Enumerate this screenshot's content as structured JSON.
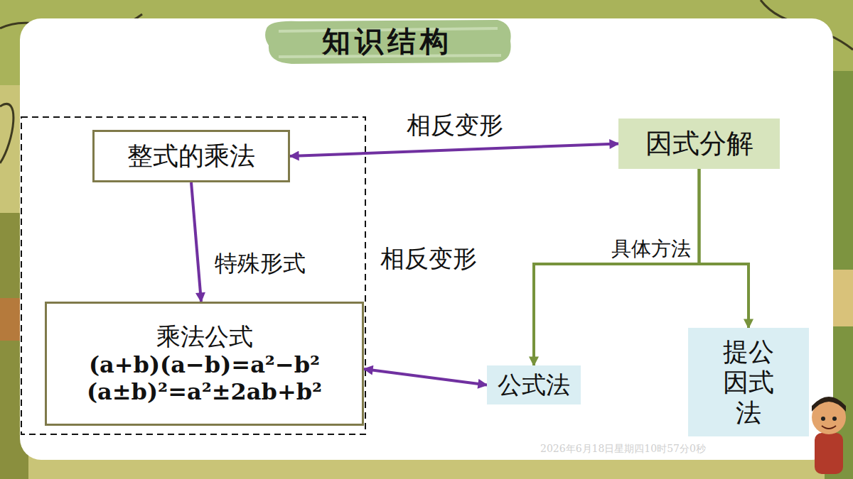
{
  "diagram": {
    "title": "知识结构",
    "nodes": [
      {
        "text": [
          "整式的乘法"
        ]
      },
      {
        "text": [
          "因式分解"
        ]
      },
      {
        "text": [
          "乘法公式",
          "(a+b)(a−b)=a²−b²",
          "(a±b)²=a²±2ab+b²"
        ]
      },
      {
        "text": [
          "公式法"
        ]
      },
      {
        "text": [
          "提公因式法"
        ]
      }
    ],
    "edges": [
      {
        "from": 0,
        "to": 1,
        "arrow": "both",
        "label": "相反变形"
      },
      {
        "from": 0,
        "to": 2,
        "arrow": "to",
        "label": "特殊形式"
      },
      {
        "from": 2,
        "to": 3,
        "arrow": "both",
        "label": "相反变形"
      },
      {
        "from": 1,
        "to": 3,
        "arrow": "to",
        "label": "具体方法"
      },
      {
        "from": 1,
        "to": 4,
        "arrow": "to"
      }
    ],
    "labels": [
      "2026年6月18日星期四10时57分0秒"
    ]
  }
}
